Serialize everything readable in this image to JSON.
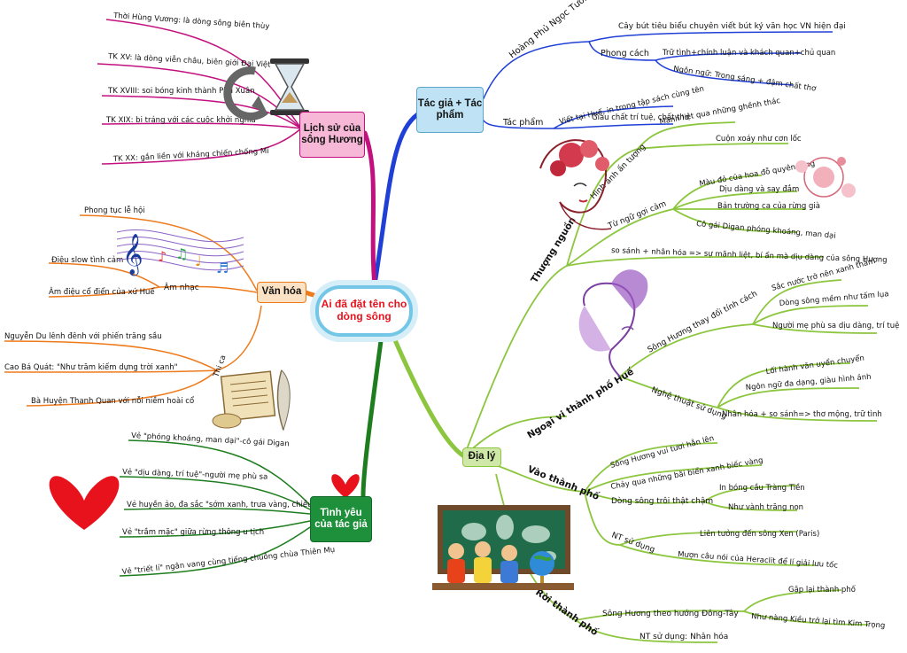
{
  "center": {
    "title": "Ai đã đặt tên cho dòng sông"
  },
  "main_nodes": {
    "tac_gia": "Tác giả + Tác phẩm",
    "lich_su": "Lịch sử của sông Hương",
    "van_hoa": "Văn hóa",
    "tinh_yeu": "Tình yêu của tác giả",
    "dia_ly": "Địa lý"
  },
  "tac_gia": {
    "hpnt": "Hoàng Phủ Ngọc Tường",
    "hpnt_desc": "Cây bút tiêu biểu chuyên viết bút ký văn học VN hiện đại",
    "phong_cach": "Phong cách",
    "pc_1": "Trữ tình+chính luận và khách quan+chủ quan",
    "pc_2": "Ngôn ngữ: Trong sáng + đậm chất thơ",
    "tac_pham": "Tác phẩm",
    "tp_1": "Viết tại Huế, in trong tập sách cùng tên",
    "tp_2": "Giàu chất trí tuệ, chất thơ"
  },
  "lich_su": {
    "items": [
      "Thời Hùng Vương: là dòng sông biên thùy",
      "TK XV: là dòng viễn châu, biên giới Đại Việt",
      "TK XVIII: soi bóng kinh thành Phú Xuân",
      "TK XIX: bi tráng với các cuộc khởi nghĩa",
      "TK XX: gắn liền với kháng chiến chống Mĩ"
    ]
  },
  "van_hoa": {
    "phong_tuc": "Phong tục lễ hội",
    "am_nhac": "Âm nhạc",
    "an_1": "Điệu slow tình cảm",
    "an_2": "Âm điệu cổ điển của xứ Huế",
    "thi_ca": "Thi ca",
    "tc_1": "Nguyễn Du lênh đênh với phiến trăng sầu",
    "tc_2": "Cao Bá Quát: \"Như trăm kiếm dựng trời xanh\"",
    "tc_3": "Bà Huyện Thanh Quan với nỗi niềm hoài cổ"
  },
  "tinh_yeu": {
    "items": [
      "Vẻ \"phóng khoáng, man dại\"-cô gái Digan",
      "Vẻ \"dịu dàng, trí tuệ\"-người mẹ phù sa",
      "Vẻ huyền ảo, đa sắc \"sớm xanh, trưa vàng, chiều tím\"",
      "Vẻ \"trầm mặc\" giữa rừng thông u tịch",
      "Vẻ \"triết lí\" ngân vang cùng tiếng chuông chùa Thiên Mụ"
    ]
  },
  "dia_ly": {
    "thuong_nguon": "Thượng nguồn",
    "ha": "Hình ảnh ấn tượng",
    "ha_1": "Mãnh liệt qua những ghềnh thác",
    "ha_2": "Cuộn xoáy như cơn lốc",
    "tn": "Từ ngữ gợi cảm",
    "tn_1": "Màu đỏ của hoa đỗ quyên rừng",
    "tn_2": "Dịu dàng và say đắm",
    "tn_3": "Bản trường ca của rừng già",
    "tn_4": "Cô gái Digan phóng khoáng, man dại",
    "ss": "so sánh + nhân hóa => sự mãnh liệt, bí ẩn mà dịu dàng của sông Hương",
    "ngoai_vi": "Ngoại vi thành phố Huế",
    "tdtc": "Sông Hương thay đổi tính cách",
    "tdtc_1": "Sắc nước trở nên xanh thẳm",
    "tdtc_2": "Dòng sông mềm như tấm lụa",
    "tdtc_3": "Người mẹ phù sa dịu dàng, trí tuệ",
    "ntsd": "Nghệ thuật sử dụng",
    "ntsd_1": "Lối hành văn uyển chuyển",
    "ntsd_2": "Ngôn ngữ đa dạng, giàu hình ảnh",
    "ntsd_3": "Nhân hóa + so sánh=> thơ mộng, trữ tình",
    "vao_tp": "Vào thành phố",
    "vtp_1": "Sông Hương vui tươi hẳn lên",
    "vtp_2": "Chảy qua những bãi biển xanh biếc vàng",
    "vtp_3": "Dòng sông trôi thật chậm",
    "vtp_3a": "In bóng cầu Tràng Tiền",
    "vtp_3b": "Như vành trăng non",
    "vtp_nt": "NT sử dụng",
    "vtp_nt_1": "Liên tưởng đến sông Xen (Paris)",
    "vtp_nt_2": "Mượn câu nói của Heraclit để lí giải lưu tốc",
    "roi_tp": "Rời thành phố",
    "rtp_1": "Sông Hương theo hướng Đông-Tây",
    "rtp_1a": "Gặp lại thành phố",
    "rtp_1b": "Như nàng Kiều trở lại tìm Kim Trọng",
    "rtp_2": "NT sử dụng: Nhân hóa"
  },
  "colors": {
    "blue": "#1f3fd6",
    "magenta": "#c2107e",
    "orange": "#ee7a1b",
    "green": "#1e7d1e",
    "lime": "#8cc63e",
    "navy": "#132a6d"
  }
}
